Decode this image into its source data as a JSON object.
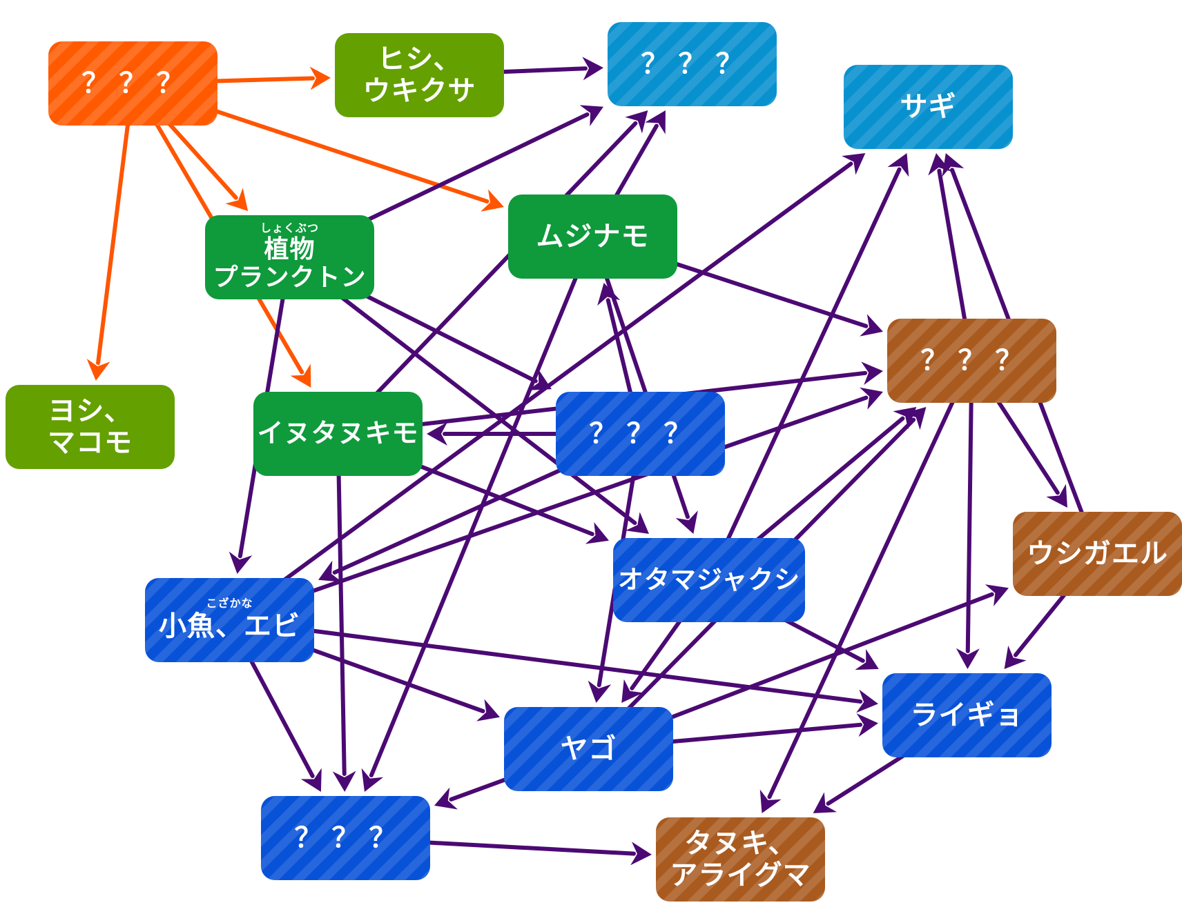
{
  "colors": {
    "purple_arrow": "#4b0a73",
    "orange_arrow": "#ff5500",
    "producer": "#ff5a00",
    "plant_light": "#64a000",
    "plant_dark": "#0f9a3c",
    "bird": "#0891cf",
    "water_animal": "#0852d8",
    "land_animal": "#a95a1e"
  },
  "nodes": [
    {
      "id": "sun",
      "label": "？？？",
      "kind": "producer"
    },
    {
      "id": "hishi",
      "label": "ヒシ、\nウキクサ",
      "kind": "plant-light"
    },
    {
      "id": "yoshi",
      "label": "ヨシ、\nマコモ",
      "kind": "plant-light"
    },
    {
      "id": "plankton",
      "label": "植物\nプランクトン",
      "ruby": "しょくぶつ",
      "kind": "plant-dark"
    },
    {
      "id": "mujinamo",
      "label": "ムジナモ",
      "kind": "plant-dark"
    },
    {
      "id": "inutanukimo",
      "label": "イヌタヌキモ",
      "kind": "plant-dark"
    },
    {
      "id": "bird_unknown",
      "label": "？？？",
      "kind": "bird"
    },
    {
      "id": "sagi",
      "label": "サギ",
      "kind": "bird"
    },
    {
      "id": "mid_unknown",
      "label": "？？？",
      "kind": "water-animal"
    },
    {
      "id": "otama",
      "label": "オタマジャクシ",
      "kind": "water-animal"
    },
    {
      "id": "kozakana",
      "label": "小魚、エビ",
      "ruby": "こざかな",
      "kind": "water-animal"
    },
    {
      "id": "yago",
      "label": "ヤゴ",
      "kind": "water-animal"
    },
    {
      "id": "raigyo",
      "label": "ライギョ",
      "kind": "water-animal"
    },
    {
      "id": "bottom_unknown",
      "label": "？？？",
      "kind": "water-animal"
    },
    {
      "id": "land_unknown",
      "label": "？？？",
      "kind": "land-animal"
    },
    {
      "id": "ushigaeru",
      "label": "ウシガエル",
      "kind": "land-animal"
    },
    {
      "id": "tanuki",
      "label": "タヌキ、\nアライグマ",
      "kind": "land-animal"
    }
  ],
  "edges": [
    {
      "from": "sun",
      "to": "hishi",
      "color": "orange"
    },
    {
      "from": "sun",
      "to": "yoshi",
      "color": "orange"
    },
    {
      "from": "sun",
      "to": "plankton",
      "color": "orange"
    },
    {
      "from": "sun",
      "to": "mujinamo",
      "color": "orange"
    },
    {
      "from": "sun",
      "to": "inutanukimo",
      "color": "orange"
    },
    {
      "from": "hishi",
      "to": "bird_unknown",
      "color": "purple"
    },
    {
      "from": "plankton",
      "to": "bird_unknown",
      "color": "purple"
    },
    {
      "from": "inutanukimo",
      "to": "bird_unknown",
      "color": "purple"
    },
    {
      "from": "mujinamo",
      "to": "bird_unknown",
      "color": "purple"
    },
    {
      "from": "plankton",
      "to": "mid_unknown",
      "color": "purple"
    },
    {
      "from": "plankton",
      "to": "otama",
      "color": "purple"
    },
    {
      "from": "plankton",
      "to": "kozakana",
      "color": "purple"
    },
    {
      "from": "mujinamo",
      "to": "land_unknown",
      "color": "purple"
    },
    {
      "from": "mujinamo",
      "to": "otama",
      "color": "purple"
    },
    {
      "from": "mujinamo",
      "to": "bottom_unknown",
      "color": "purple"
    },
    {
      "from": "mid_unknown",
      "to": "mujinamo",
      "color": "purple"
    },
    {
      "from": "mid_unknown",
      "to": "inutanukimo",
      "color": "purple"
    },
    {
      "from": "mid_unknown",
      "to": "kozakana",
      "color": "purple"
    },
    {
      "from": "mid_unknown",
      "to": "yago",
      "color": "purple"
    },
    {
      "from": "inutanukimo",
      "to": "land_unknown",
      "color": "purple"
    },
    {
      "from": "inutanukimo",
      "to": "otama",
      "color": "purple"
    },
    {
      "from": "inutanukimo",
      "to": "bottom_unknown",
      "color": "purple"
    },
    {
      "from": "kozakana",
      "to": "sagi",
      "color": "purple"
    },
    {
      "from": "kozakana",
      "to": "land_unknown",
      "color": "purple"
    },
    {
      "from": "kozakana",
      "to": "raigyo",
      "color": "purple"
    },
    {
      "from": "kozakana",
      "to": "yago",
      "color": "purple"
    },
    {
      "from": "kozakana",
      "to": "bottom_unknown",
      "color": "purple"
    },
    {
      "from": "otama",
      "to": "sagi",
      "color": "purple"
    },
    {
      "from": "otama",
      "to": "land_unknown",
      "color": "purple"
    },
    {
      "from": "otama",
      "to": "raigyo",
      "color": "purple"
    },
    {
      "from": "otama",
      "to": "yago",
      "color": "purple"
    },
    {
      "from": "yago",
      "to": "land_unknown",
      "color": "purple"
    },
    {
      "from": "yago",
      "to": "ushigaeru",
      "color": "purple"
    },
    {
      "from": "yago",
      "to": "raigyo",
      "color": "purple"
    },
    {
      "from": "yago",
      "to": "bottom_unknown",
      "color": "purple"
    },
    {
      "from": "land_unknown",
      "to": "sagi",
      "color": "purple"
    },
    {
      "from": "land_unknown",
      "to": "ushigaeru",
      "color": "purple"
    },
    {
      "from": "land_unknown",
      "to": "raigyo",
      "color": "purple"
    },
    {
      "from": "land_unknown",
      "to": "tanuki",
      "color": "purple"
    },
    {
      "from": "ushigaeru",
      "to": "sagi",
      "color": "purple"
    },
    {
      "from": "ushigaeru",
      "to": "raigyo",
      "color": "purple"
    },
    {
      "from": "raigyo",
      "to": "tanuki",
      "color": "purple"
    },
    {
      "from": "bottom_unknown",
      "to": "tanuki",
      "color": "purple"
    }
  ]
}
